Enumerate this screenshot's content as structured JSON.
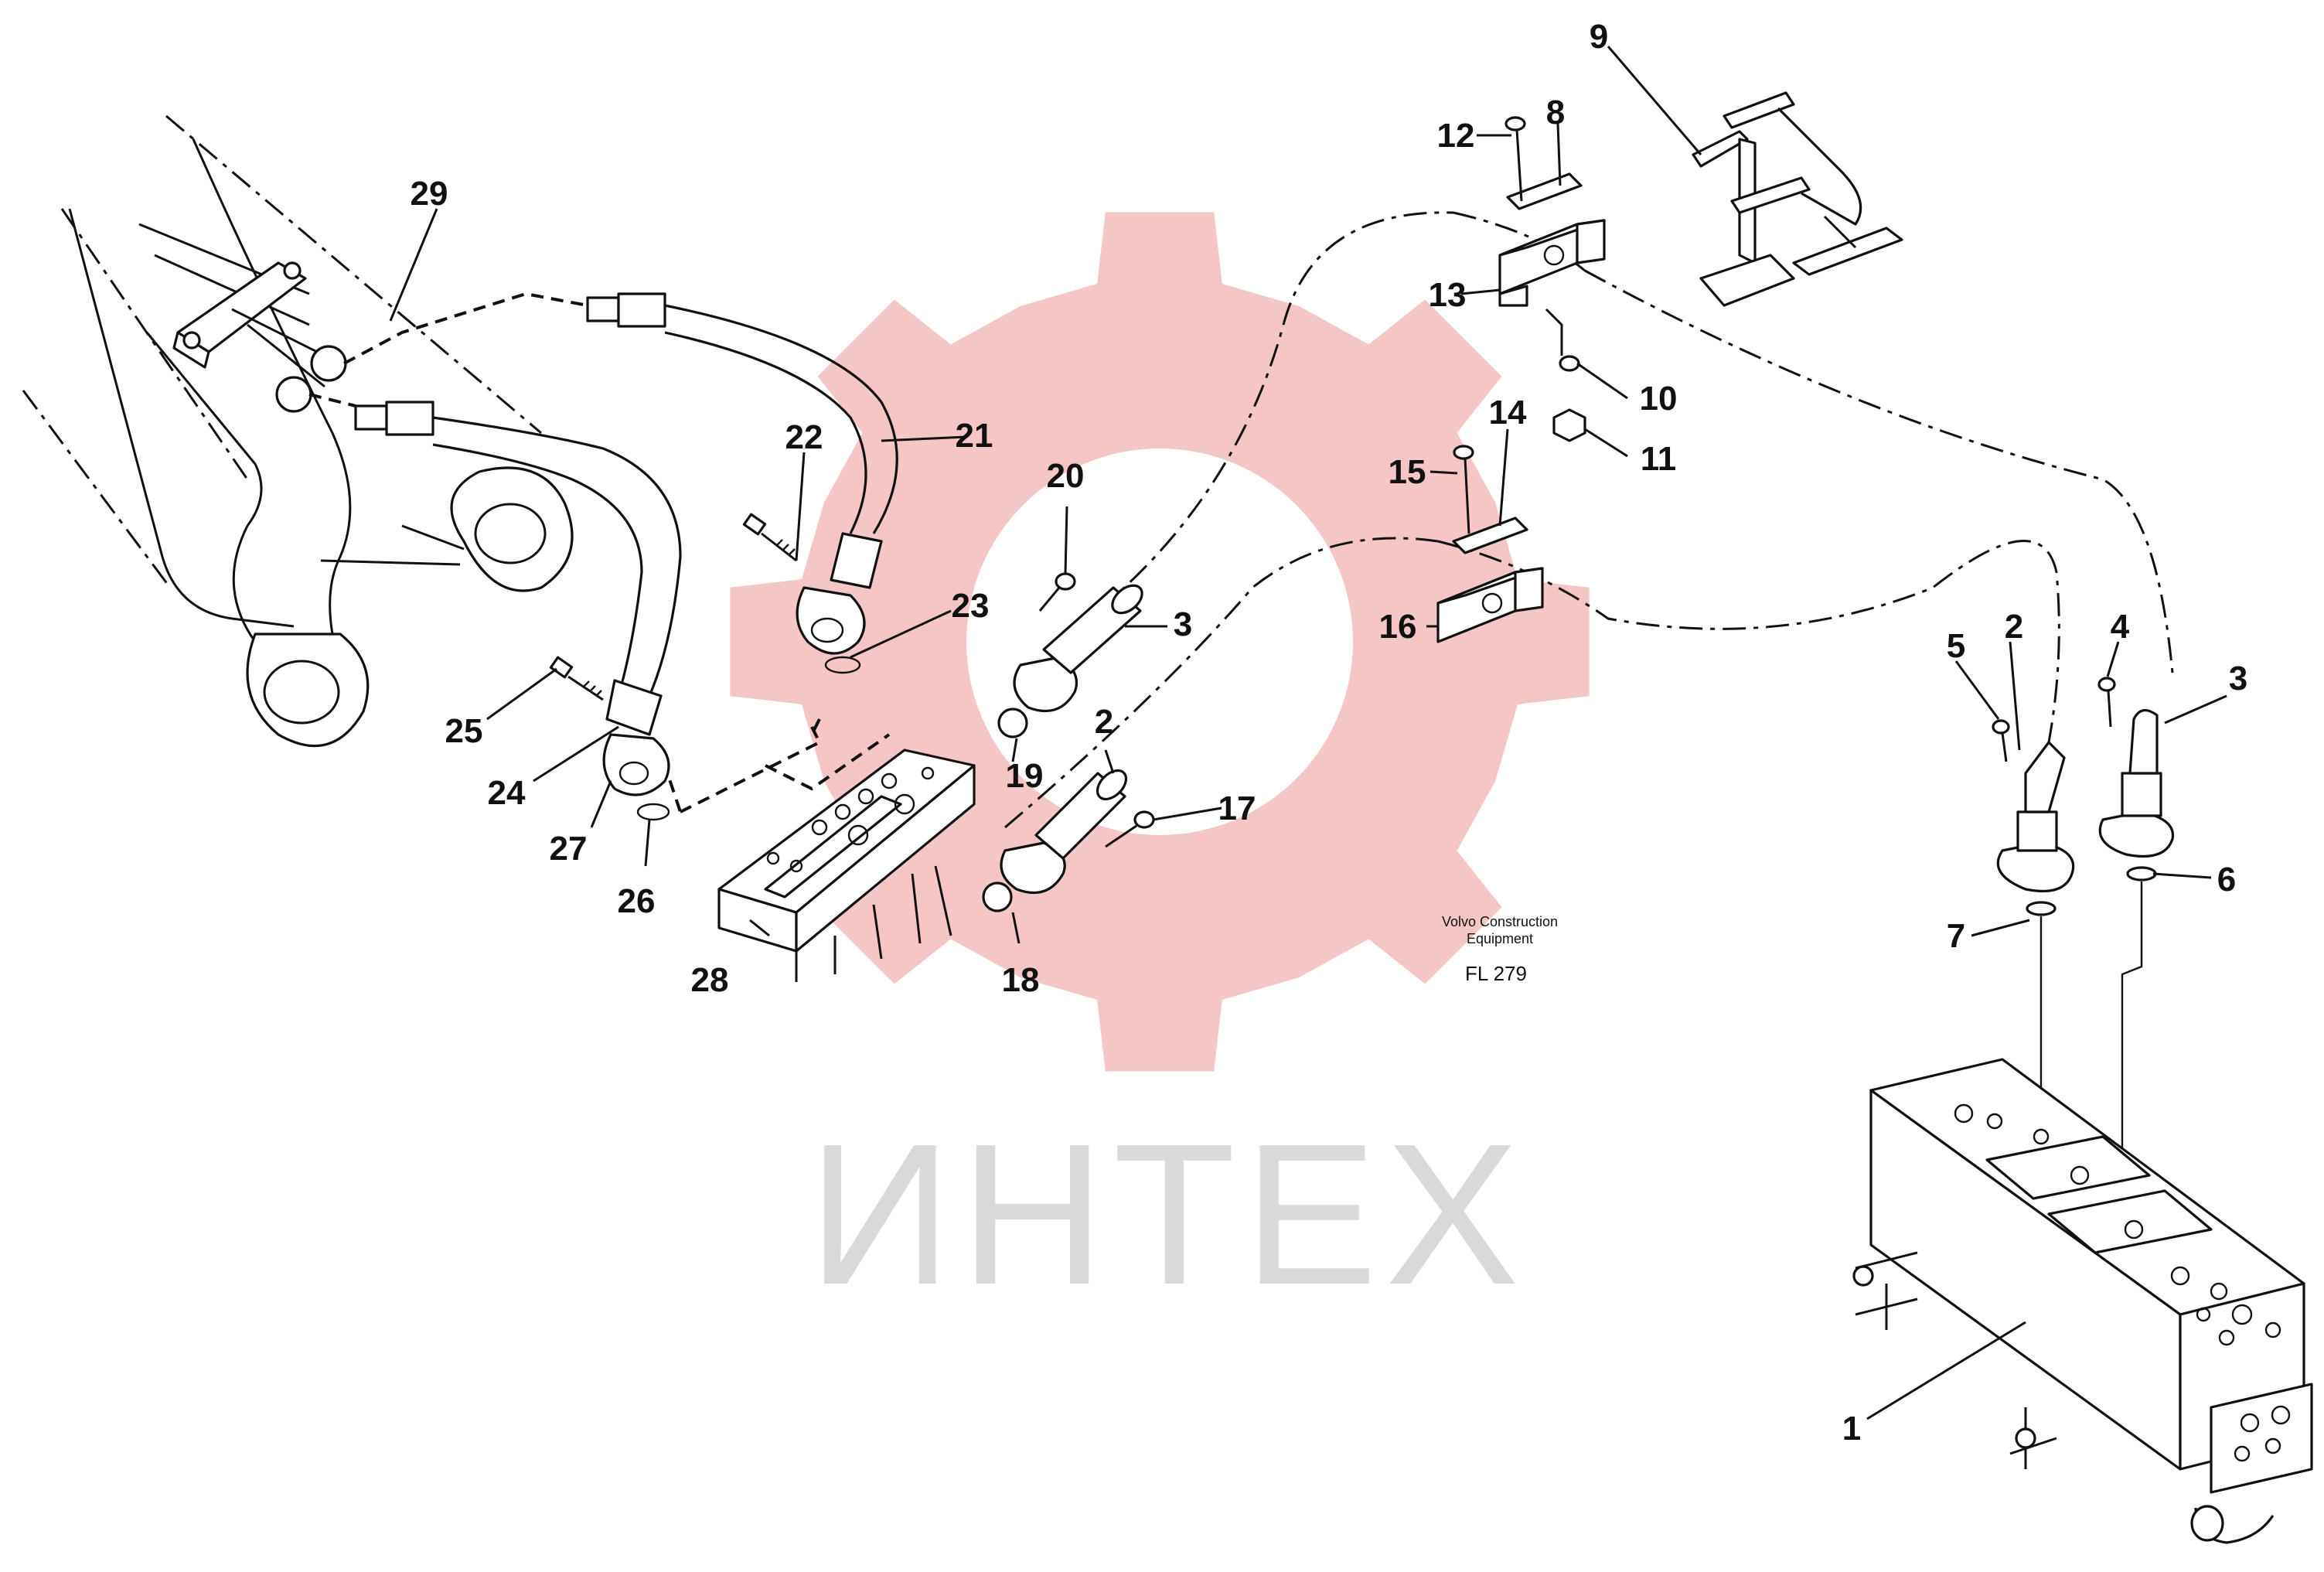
{
  "watermark": {
    "text": "ИНТЕХ",
    "gear_color": "#f4c6c6",
    "text_color": "#d9d9d9"
  },
  "caption": {
    "maker_line1": "Volvo Construction",
    "maker_line2": "Equipment",
    "figure_code": "FL 279"
  },
  "callouts": [
    {
      "id": "c29",
      "label": "29"
    },
    {
      "id": "c21",
      "label": "21"
    },
    {
      "id": "c22",
      "label": "22"
    },
    {
      "id": "c23",
      "label": "23"
    },
    {
      "id": "c20",
      "label": "20"
    },
    {
      "id": "c3a",
      "label": "3"
    },
    {
      "id": "c19",
      "label": "19"
    },
    {
      "id": "c2a",
      "label": "2"
    },
    {
      "id": "c17",
      "label": "17"
    },
    {
      "id": "c18",
      "label": "18"
    },
    {
      "id": "c25",
      "label": "25"
    },
    {
      "id": "c24",
      "label": "24"
    },
    {
      "id": "c27",
      "label": "27"
    },
    {
      "id": "c26",
      "label": "26"
    },
    {
      "id": "c28",
      "label": "28"
    },
    {
      "id": "c9",
      "label": "9"
    },
    {
      "id": "c12",
      "label": "12"
    },
    {
      "id": "c8",
      "label": "8"
    },
    {
      "id": "c13",
      "label": "13"
    },
    {
      "id": "c10",
      "label": "10"
    },
    {
      "id": "c11",
      "label": "11"
    },
    {
      "id": "c14",
      "label": "14"
    },
    {
      "id": "c15",
      "label": "15"
    },
    {
      "id": "c16",
      "label": "16"
    },
    {
      "id": "c5",
      "label": "5"
    },
    {
      "id": "c2b",
      "label": "2"
    },
    {
      "id": "c4",
      "label": "4"
    },
    {
      "id": "c3b",
      "label": "3"
    },
    {
      "id": "c6",
      "label": "6"
    },
    {
      "id": "c7",
      "label": "7"
    },
    {
      "id": "c1",
      "label": "1"
    }
  ]
}
